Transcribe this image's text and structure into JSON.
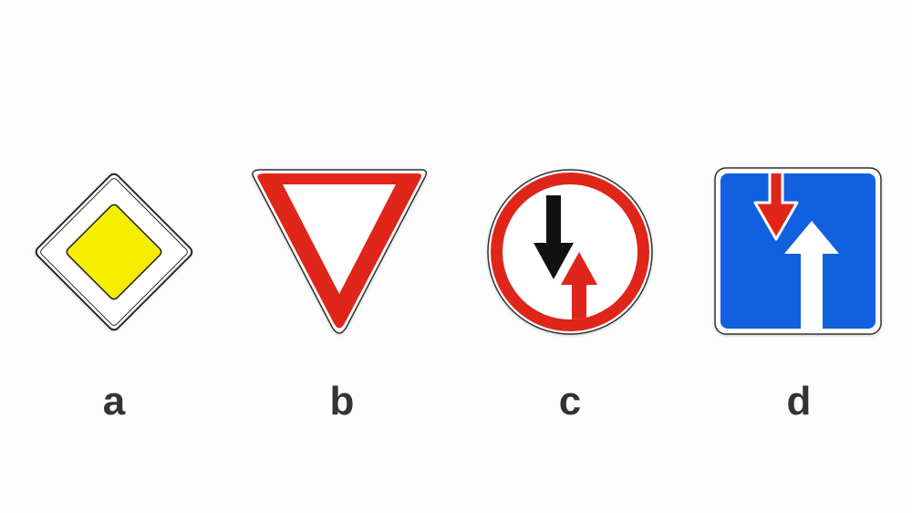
{
  "signs": [
    {
      "id": "a",
      "label": "a",
      "icon": "priority-road-sign-icon"
    },
    {
      "id": "b",
      "label": "b",
      "icon": "yield-sign-icon"
    },
    {
      "id": "c",
      "label": "c",
      "icon": "give-way-to-oncoming-traffic-sign-icon"
    },
    {
      "id": "d",
      "label": "d",
      "icon": "priority-over-oncoming-traffic-sign-icon"
    }
  ],
  "colors": {
    "background": "#fdfdfd",
    "label_text": "#333333",
    "yellow": "#f5ee00",
    "red": "#e0251b",
    "blue": "#1160e0",
    "black": "#111111",
    "white": "#ffffff"
  }
}
